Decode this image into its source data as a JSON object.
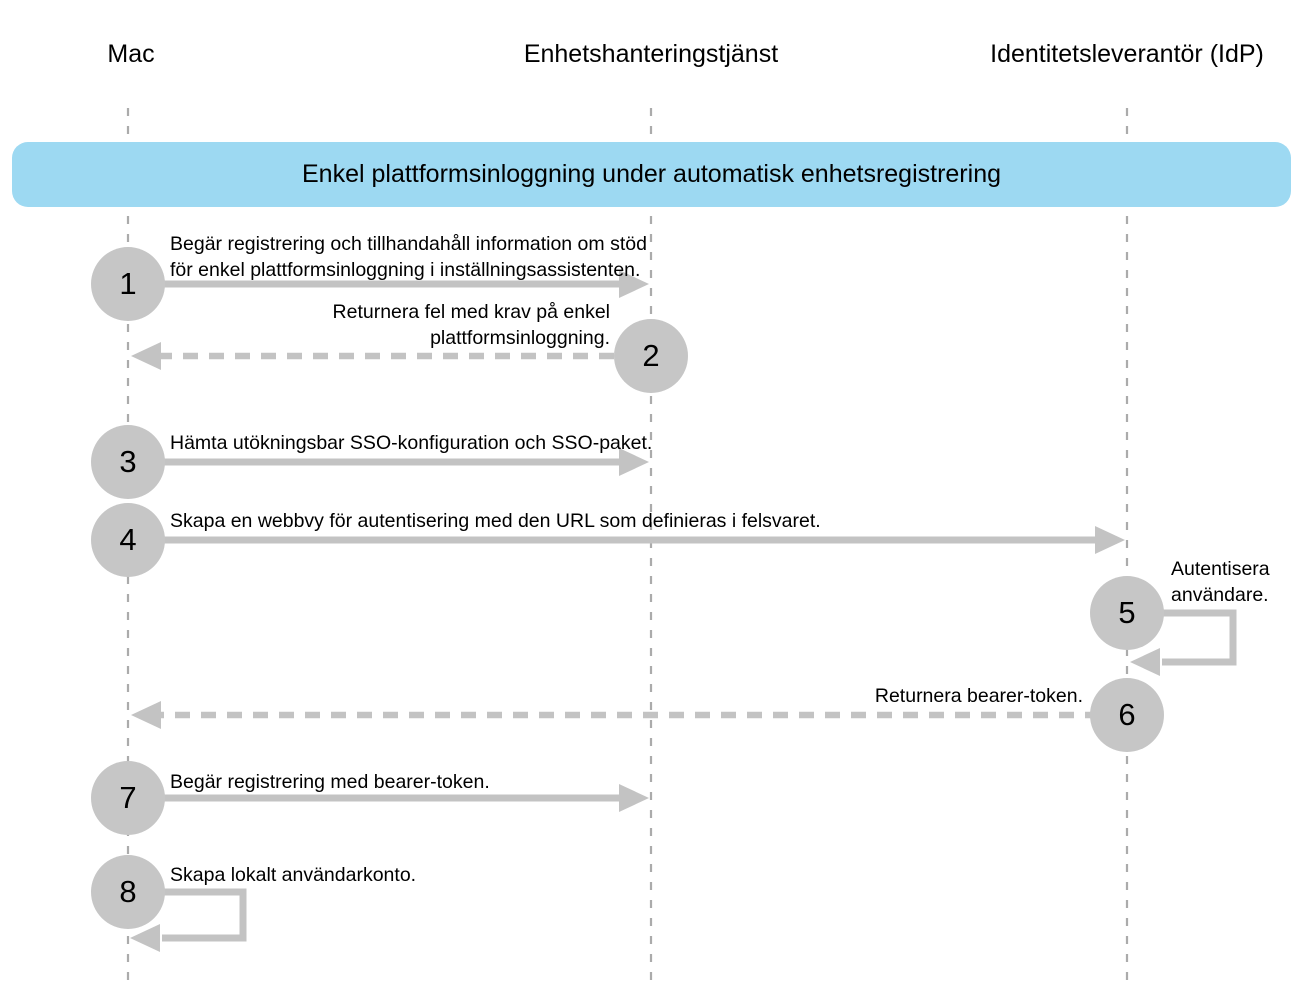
{
  "diagram": {
    "actors": [
      {
        "id": "mac",
        "label": "Mac"
      },
      {
        "id": "device-management",
        "label": "Enhetshanteringstjänst"
      },
      {
        "id": "idp",
        "label": "Identitetsleverantör (IdP)"
      }
    ],
    "banner": {
      "title": "Enkel plattformsinloggning under automatisk enhetsregistrering"
    },
    "steps": [
      {
        "number": "1",
        "from": "Mac",
        "to": "Enhetshanteringstjänst",
        "arrow": "solid",
        "lines": [
          "Begär registrering och tillhandahåll information om stöd",
          "för enkel plattformsinloggning i inställningsassistenten."
        ]
      },
      {
        "number": "2",
        "from": "Enhetshanteringstjänst",
        "to": "Mac",
        "arrow": "dashed",
        "lines": [
          "Returnera fel med krav på enkel",
          "plattformsinloggning."
        ]
      },
      {
        "number": "3",
        "from": "Mac",
        "to": "Enhetshanteringstjänst",
        "arrow": "solid",
        "lines": [
          "Hämta utökningsbar SSO-konfiguration och SSO-paket."
        ]
      },
      {
        "number": "4",
        "from": "Mac",
        "to": "Identitetsleverantör (IdP)",
        "arrow": "solid",
        "lines": [
          "Skapa en webbvy för autentisering med den URL som definieras i felsvaret."
        ]
      },
      {
        "number": "5",
        "from": "Identitetsleverantör (IdP)",
        "to": "Identitetsleverantör (IdP)",
        "arrow": "self-loop",
        "lines": [
          "Autentisera",
          "användare."
        ]
      },
      {
        "number": "6",
        "from": "Identitetsleverantör (IdP)",
        "to": "Mac",
        "arrow": "dashed",
        "lines": [
          "Returnera bearer-token."
        ]
      },
      {
        "number": "7",
        "from": "Mac",
        "to": "Enhetshanteringstjänst",
        "arrow": "solid",
        "lines": [
          "Begär registrering med bearer-token."
        ]
      },
      {
        "number": "8",
        "from": "Mac",
        "to": "Mac",
        "arrow": "self-loop",
        "lines": [
          "Skapa lokalt användarkonto."
        ]
      }
    ],
    "colors": {
      "banner_bg": "#9DD9F2",
      "circle_fill": "#C6C6C6",
      "arrow": "#C3C3C3",
      "lifeline": "#ABABAB",
      "text": "#000000"
    }
  }
}
